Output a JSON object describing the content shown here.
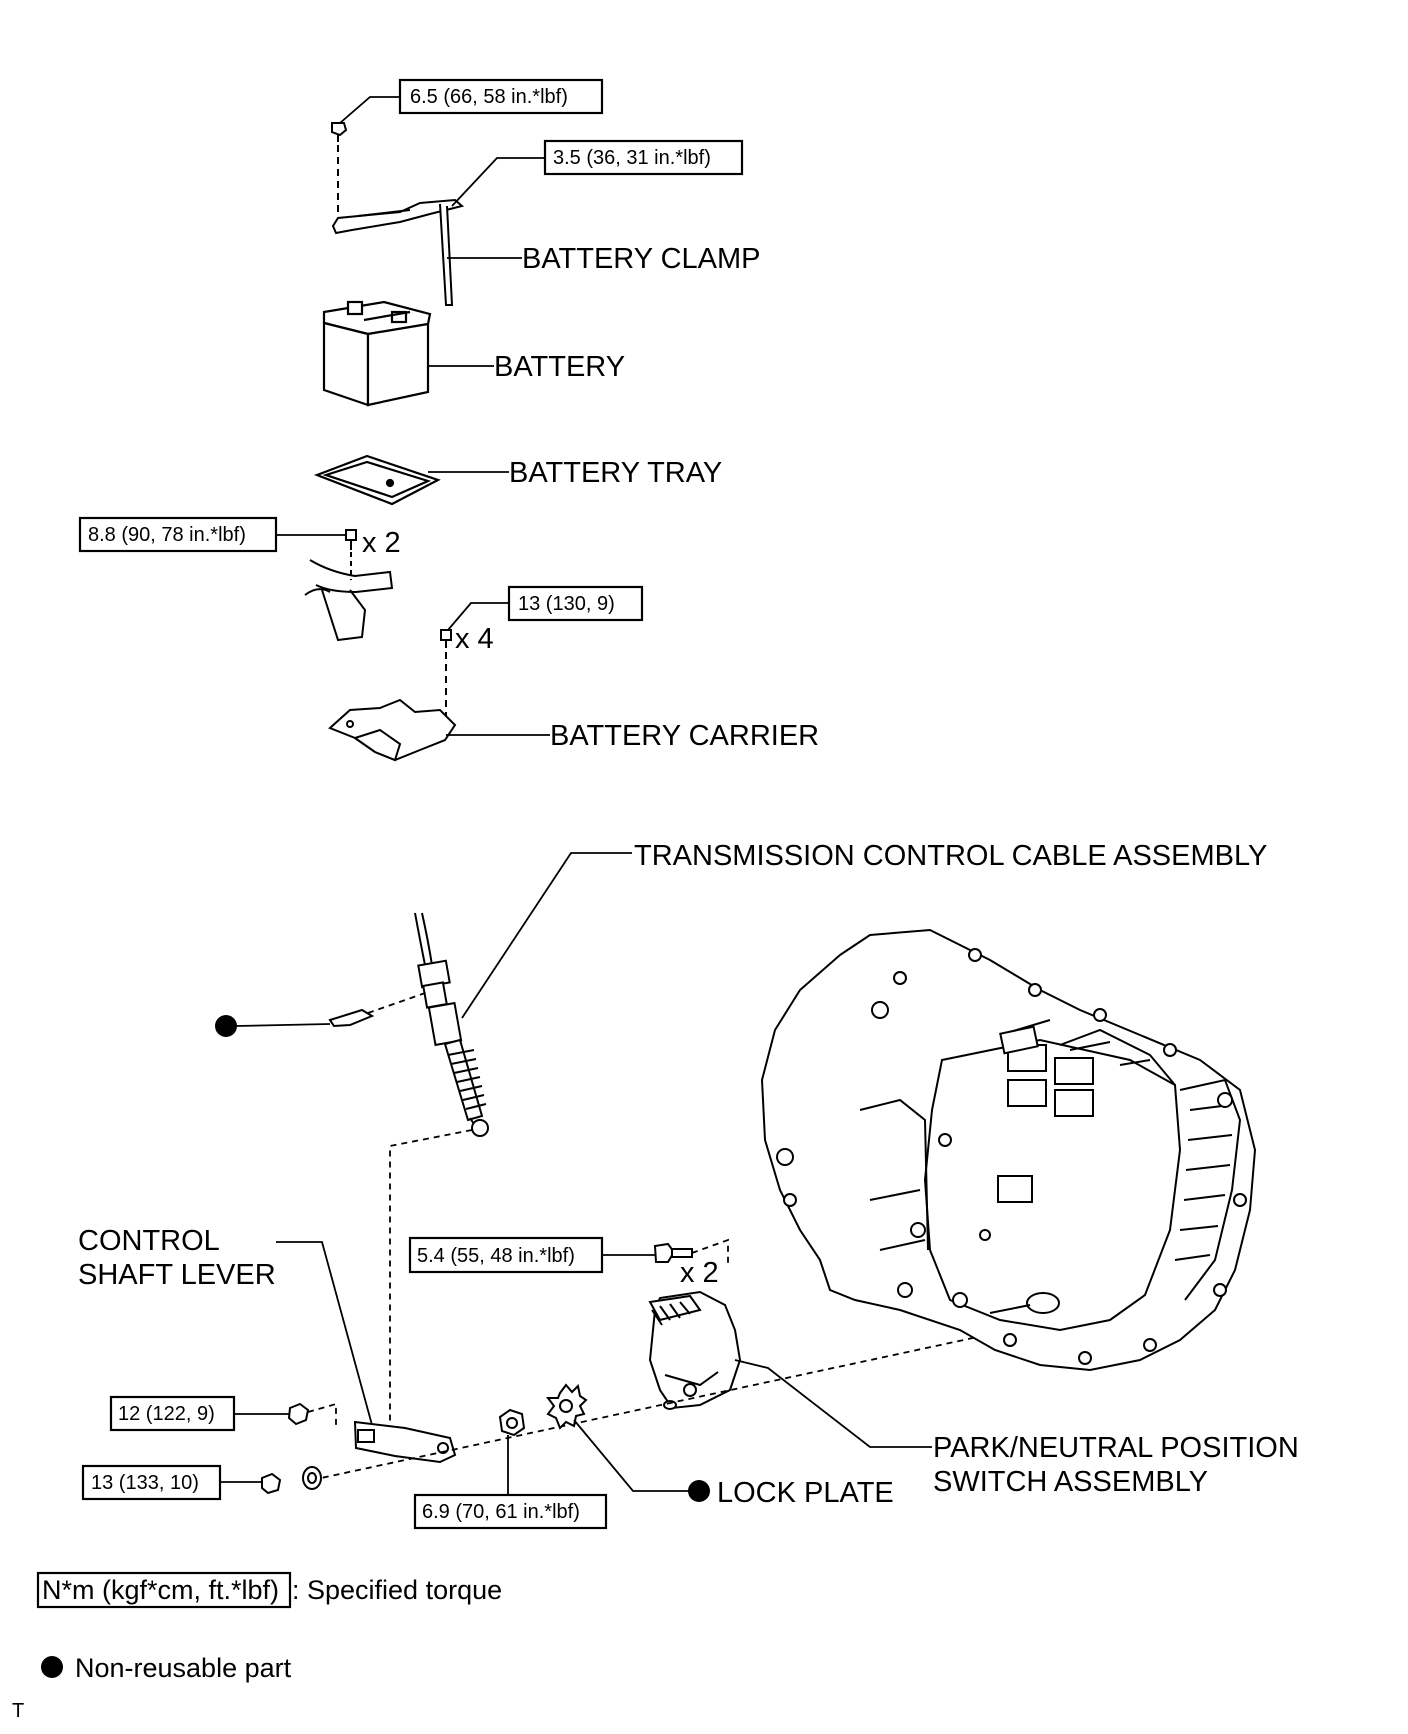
{
  "torque_labels": {
    "t1": "6.5 (66, 58 in.*lbf)",
    "t2": "3.5 (36, 31 in.*lbf)",
    "t3": "8.8 (90, 78 in.*lbf)",
    "t4": "13 (130, 9)",
    "t5": "5.4 (55, 48 in.*lbf)",
    "t6": "12 (122, 9)",
    "t7": "13 (133, 10)",
    "t8": "6.9 (70, 61 in.*lbf)"
  },
  "multipliers": {
    "m1": "x 2",
    "m2": "x 4",
    "m3": "x 2"
  },
  "part_labels": {
    "battery_clamp": "BATTERY CLAMP",
    "battery": "BATTERY",
    "battery_tray": "BATTERY TRAY",
    "battery_carrier": "BATTERY CARRIER",
    "transmission_cable": "TRANSMISSION CONTROL CABLE ASSEMBLY",
    "control_shaft_lever_1": "CONTROL",
    "control_shaft_lever_2": "SHAFT LEVER",
    "pnp_switch_1": "PARK/NEUTRAL POSITION",
    "pnp_switch_2": "SWITCH ASSEMBLY",
    "lock_plate": "LOCK PLATE"
  },
  "legend": {
    "torque_unit": "N*m (kgf*cm, ft.*lbf)",
    "torque_desc": ": Specified torque",
    "nonreusable_desc": "Non-reusable part"
  },
  "corner_mark": "T"
}
